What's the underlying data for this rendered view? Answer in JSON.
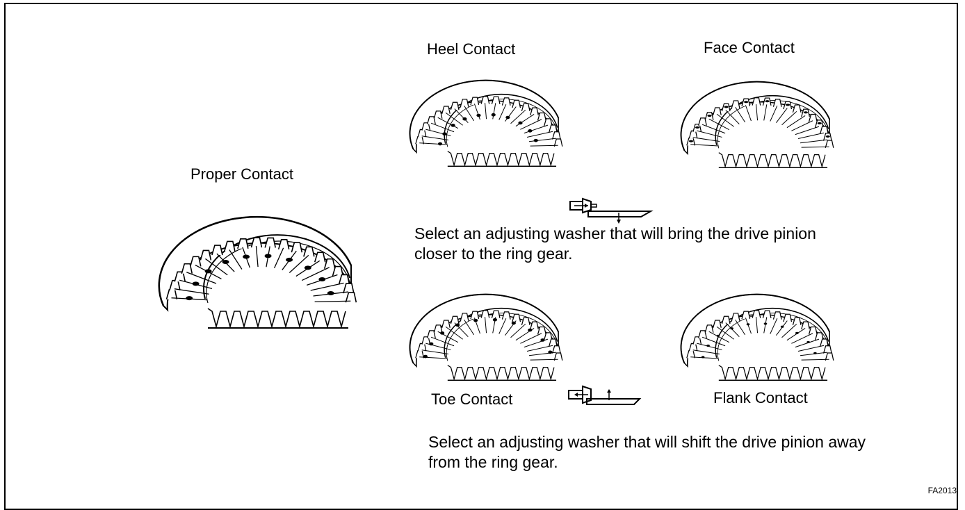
{
  "labels": {
    "heel": "Heel Contact",
    "face": "Face Contact",
    "proper": "Proper Contact",
    "toe": "Toe Contact",
    "flank": "Flank Contact"
  },
  "notes": {
    "closer": "Select an adjusting washer that will bring the drive pinion closer to the ring gear.",
    "away": "Select an adjusting washer that will shift the drive pinion away from the ring gear."
  },
  "figure_code": "FA2013",
  "icons": {
    "gears": [
      "ring-gear-proper-contact-icon",
      "ring-gear-heel-contact-icon",
      "ring-gear-face-contact-icon",
      "ring-gear-toe-contact-icon",
      "ring-gear-flank-contact-icon"
    ],
    "pinion": [
      "pinion-closer-icon",
      "pinion-away-icon"
    ]
  },
  "colors": {
    "ink": "#000000",
    "paper": "#ffffff"
  }
}
